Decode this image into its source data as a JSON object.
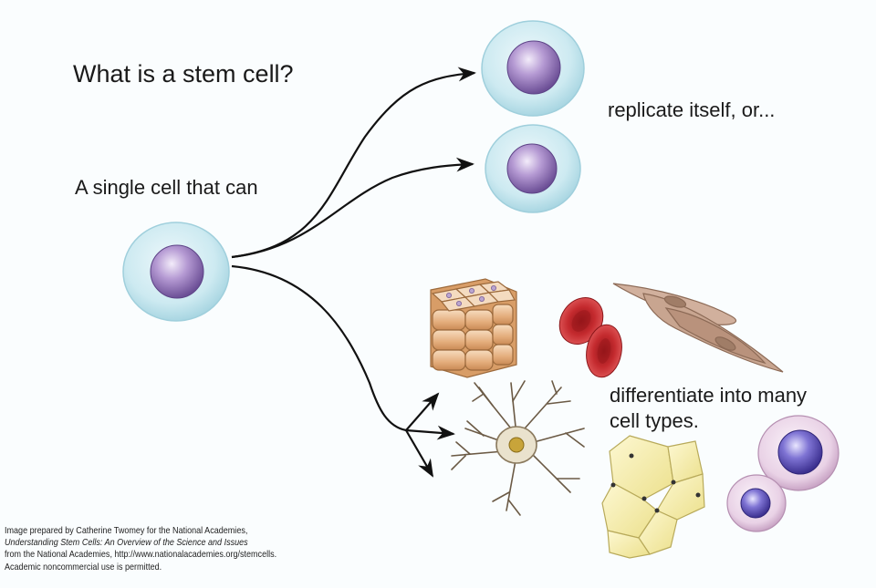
{
  "title": "What is a stem cell?",
  "lead_text": "A single cell that can",
  "replicate_text": "replicate itself, or...",
  "differentiate_text": [
    "differentiate into many",
    "cell types."
  ],
  "credit": {
    "line1": "Image prepared by Catherine Twomey for the National Academies,",
    "line2": "Understanding Stem Cells: An Overview of the Science and Issues",
    "line3": "from the National Academies, http://www.nationalacademies.org/stemcells.",
    "line4": "Academic noncommercial use is permitted."
  },
  "colors": {
    "cell_outer": "#bfe3ec",
    "cell_nucleus": "#9d7cc0",
    "arrow": "#111111",
    "red_blood_cell": "#c8282d",
    "fat_cell": "#f3eba8",
    "epithelial": "#e8b98d",
    "muscle": "#c9a791",
    "neuron": "#e8e0cc",
    "white_blood_cell": "#e6cfe2"
  }
}
